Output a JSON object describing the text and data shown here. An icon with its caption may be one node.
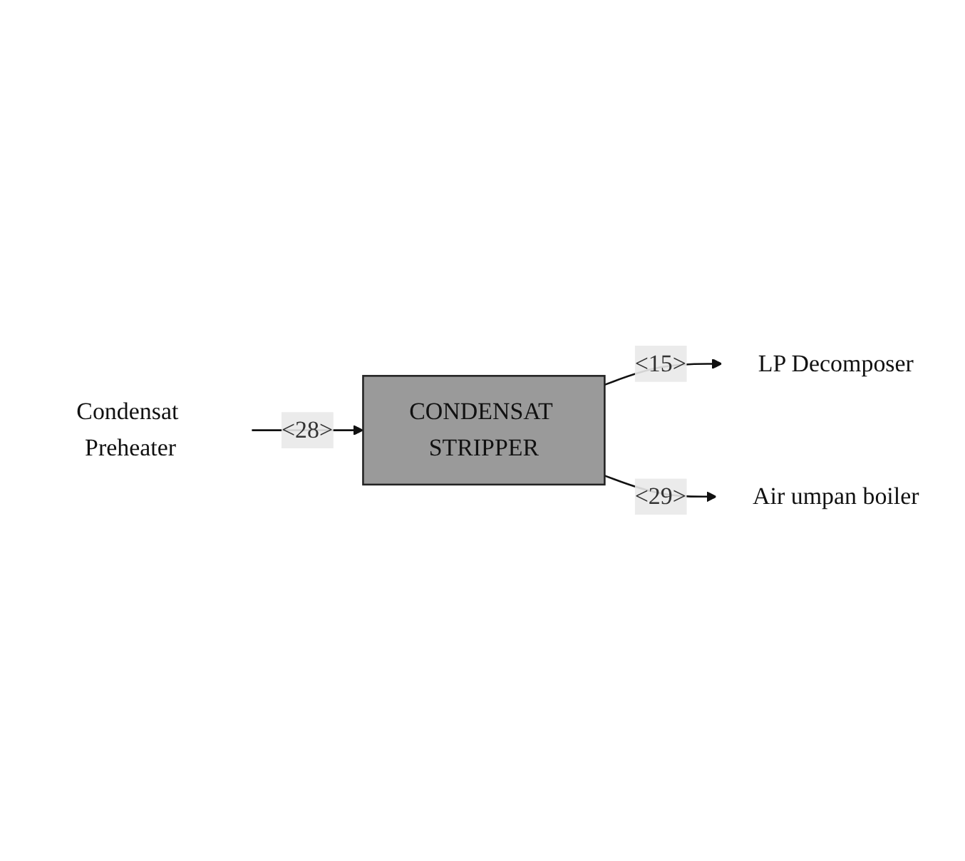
{
  "diagram": {
    "nodes": [
      {
        "text": [
          "Condensat Preheater"
        ]
      },
      {
        "text": [
          "CONDENSAT STRIPPER"
        ]
      },
      {
        "text": [
          "LP Decomposer"
        ]
      },
      {
        "text": [
          "Air umpan boiler"
        ]
      }
    ],
    "edges": [
      {
        "from": 0,
        "to": 1,
        "arrow": "to",
        "label": "<28>"
      },
      {
        "from": 1,
        "to": 2,
        "arrow": "to",
        "label": "<15>"
      },
      {
        "from": 1,
        "to": 3,
        "arrow": "to",
        "label": "<29>"
      }
    ]
  }
}
